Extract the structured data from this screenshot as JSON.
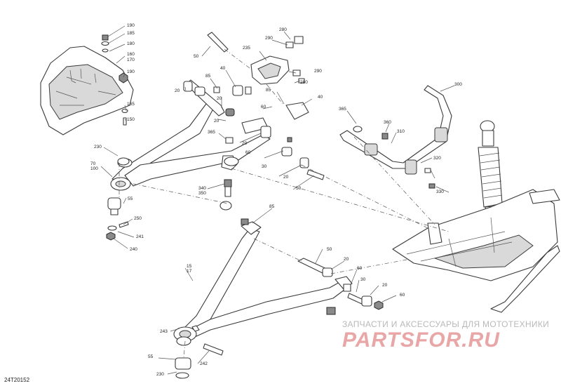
{
  "diagram_code": "24T20152",
  "watermark": {
    "caption": "ЗАПЧАСТИ И АКСЕССУАРЫ ДЛЯ МОТОТЕХНИКИ",
    "logo": "PARTSFOR.RU"
  },
  "callouts": [
    "190",
    "185",
    "180",
    "160",
    "170",
    "190",
    "165",
    "150",
    "280",
    "290",
    "235",
    "290",
    "280",
    "50",
    "85",
    "40",
    "20",
    "20",
    "60",
    "85",
    "40",
    "20",
    "365",
    "20",
    "60",
    "30",
    "20",
    "50",
    "230",
    "70",
    "100",
    "55",
    "250",
    "241",
    "240",
    "340",
    "350",
    "300",
    "365",
    "360",
    "310",
    "320",
    "330",
    "85",
    "15",
    "17",
    "50",
    "20",
    "60",
    "30",
    "20",
    "60",
    "243",
    "55",
    "242",
    "230"
  ]
}
